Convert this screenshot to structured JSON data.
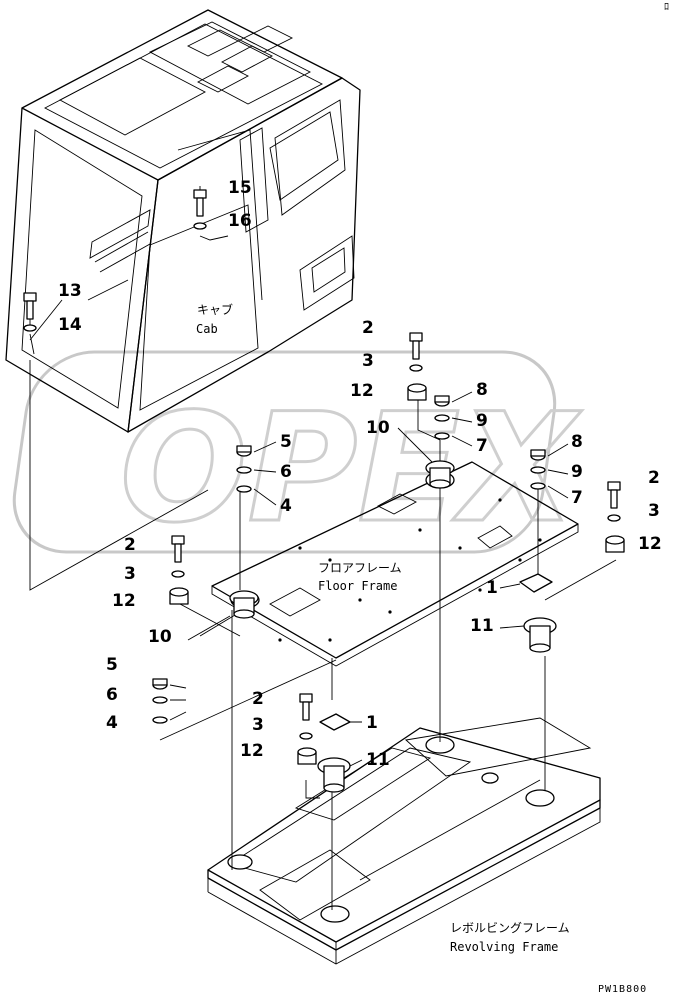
{
  "watermark": "OPEX",
  "drawing_code": "PW1B800",
  "corner_mark": "ﾛ",
  "assemblies": {
    "cab": {
      "label_jp": "キャブ",
      "label_en": "Cab"
    },
    "floor_frame": {
      "label_jp": "フロアフレーム",
      "label_en": "Floor Frame"
    },
    "revolving_frame": {
      "label_jp": "レボルビングフレーム",
      "label_en": "Revolving Frame"
    }
  },
  "callouts": {
    "c15": "15",
    "c16": "16",
    "c13": "13",
    "c14": "14",
    "r2": "2",
    "r3": "3",
    "r12": "12",
    "r8": "8",
    "r9": "9",
    "r10": "10",
    "r7": "7",
    "fr8": "8",
    "fr9": "9",
    "fr7": "7",
    "fr2": "2",
    "fr3": "3",
    "fr12": "12",
    "l5": "5",
    "l6": "6",
    "l4": "4",
    "l2": "2",
    "l3": "3",
    "l12": "12",
    "l10": "10",
    "m1": "1",
    "m11": "11",
    "b5": "5",
    "b6": "6",
    "b4": "4",
    "bc2": "2",
    "bc3": "3",
    "bc12": "12",
    "bc1": "1",
    "bc11": "11"
  }
}
